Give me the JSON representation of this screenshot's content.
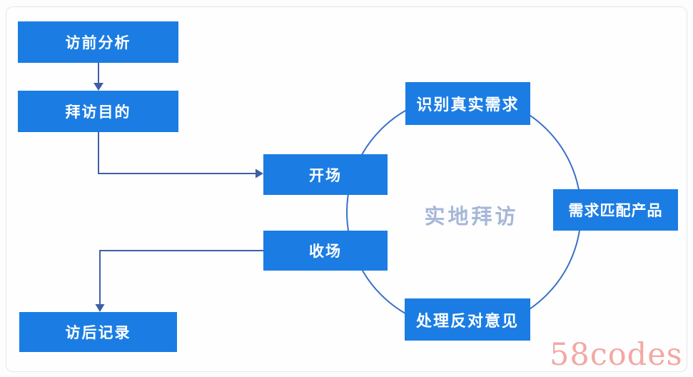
{
  "diagram": {
    "cycle_center_label": "实地拜访",
    "watermark": "58codes",
    "nodes": [
      {
        "id": "pre-visit-analysis",
        "label": "访前分析"
      },
      {
        "id": "visit-purpose",
        "label": "拜访目的"
      },
      {
        "id": "opening",
        "label": "开场"
      },
      {
        "id": "closing",
        "label": "收场"
      },
      {
        "id": "post-visit-record",
        "label": "访后记录"
      },
      {
        "id": "identify-real-needs",
        "label": "识别真实需求"
      },
      {
        "id": "match-needs-to-product",
        "label": "需求匹配产品"
      },
      {
        "id": "handle-objections",
        "label": "处理反对意见"
      }
    ],
    "edges": [
      {
        "from": "pre-visit-analysis",
        "to": "visit-purpose",
        "arrow": true
      },
      {
        "from": "visit-purpose",
        "to": "opening",
        "arrow": true
      },
      {
        "from": "closing",
        "to": "post-visit-record",
        "arrow": true
      },
      {
        "cycle": [
          "opening",
          "identify-real-needs",
          "match-needs-to-product",
          "handle-objections",
          "closing"
        ]
      }
    ],
    "colors": {
      "node_fill": "#1b7de3",
      "node_text": "#ffffff",
      "connector": "#3f5fa5",
      "cycle_stroke": "#3a70c8",
      "center_label": "#a6b7d8",
      "watermark": "#f3a8a4",
      "frame_border": "#e3e6ea"
    }
  }
}
